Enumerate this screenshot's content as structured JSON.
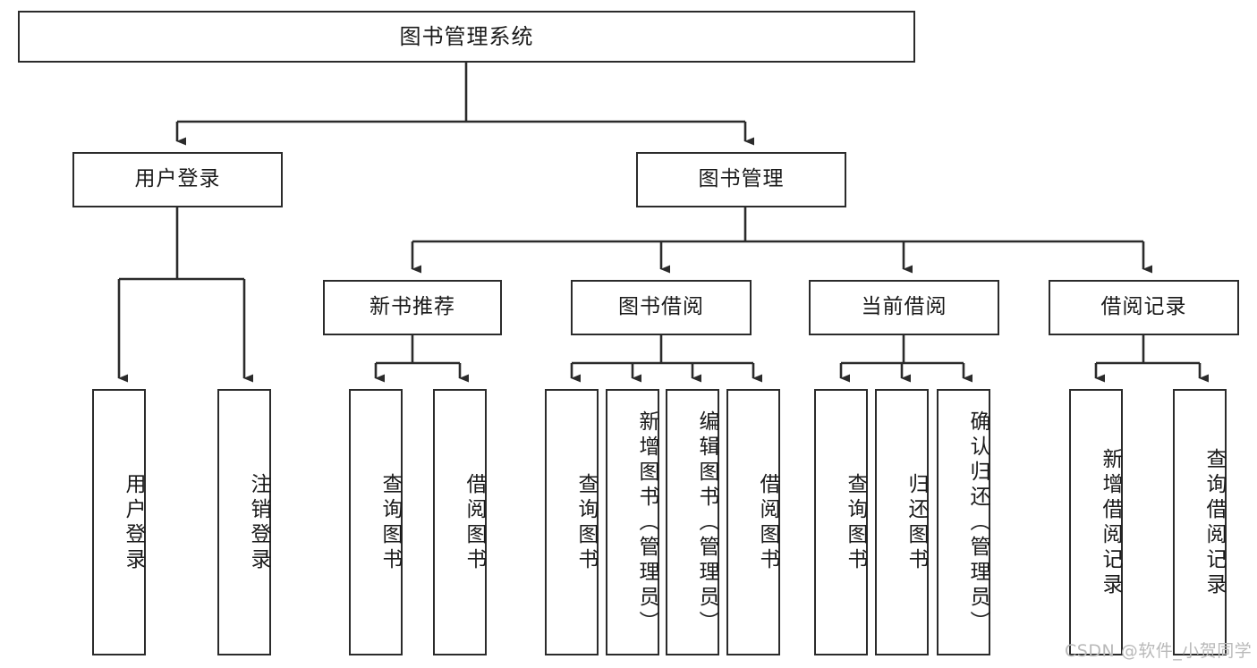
{
  "diagram": {
    "title": "图书管理系统",
    "type": "tree-hierarchy-chart",
    "orientation": "top-down",
    "watermark": "CSDN @软件_小贺同学",
    "colors": {
      "stroke": "#2b2b2b",
      "fill": "#ffffff",
      "text": "#1a1a1a",
      "watermark": "#b9b9b9"
    },
    "nodes": {
      "root": {
        "label": "图书管理系统"
      },
      "level1": [
        {
          "id": "user-login",
          "label": "用户登录"
        },
        {
          "id": "book-manage",
          "label": "图书管理"
        }
      ],
      "level2": [
        {
          "id": "new-book-recommend",
          "label": "新书推荐"
        },
        {
          "id": "book-borrow",
          "label": "图书借阅"
        },
        {
          "id": "current-borrow",
          "label": "当前借阅"
        },
        {
          "id": "borrow-record",
          "label": "借阅记录"
        }
      ],
      "leaves": {
        "user-login": [
          {
            "id": "leaf-user-login",
            "label": "用户登录"
          },
          {
            "id": "leaf-logout-login",
            "label": "注销登录"
          }
        ],
        "new-book-recommend": [
          {
            "id": "leaf-query-book-1",
            "label": "查询图书"
          },
          {
            "id": "leaf-borrow-book-1",
            "label": "借阅图书"
          }
        ],
        "book-borrow": [
          {
            "id": "leaf-query-book-2",
            "label": "查询图书"
          },
          {
            "id": "leaf-add-book",
            "label": "新增图书（管理员）"
          },
          {
            "id": "leaf-edit-book",
            "label": "编辑图书（管理员）"
          },
          {
            "id": "leaf-borrow-book-2",
            "label": "借阅图书"
          }
        ],
        "current-borrow": [
          {
            "id": "leaf-query-book-3",
            "label": "查询图书"
          },
          {
            "id": "leaf-return-book",
            "label": "归还图书"
          },
          {
            "id": "leaf-confirm-return",
            "label": "确认归还（管理员）"
          }
        ],
        "borrow-record": [
          {
            "id": "leaf-add-record",
            "label": "新增借阅记录"
          },
          {
            "id": "leaf-query-record",
            "label": "查询借阅记录"
          }
        ]
      }
    }
  }
}
